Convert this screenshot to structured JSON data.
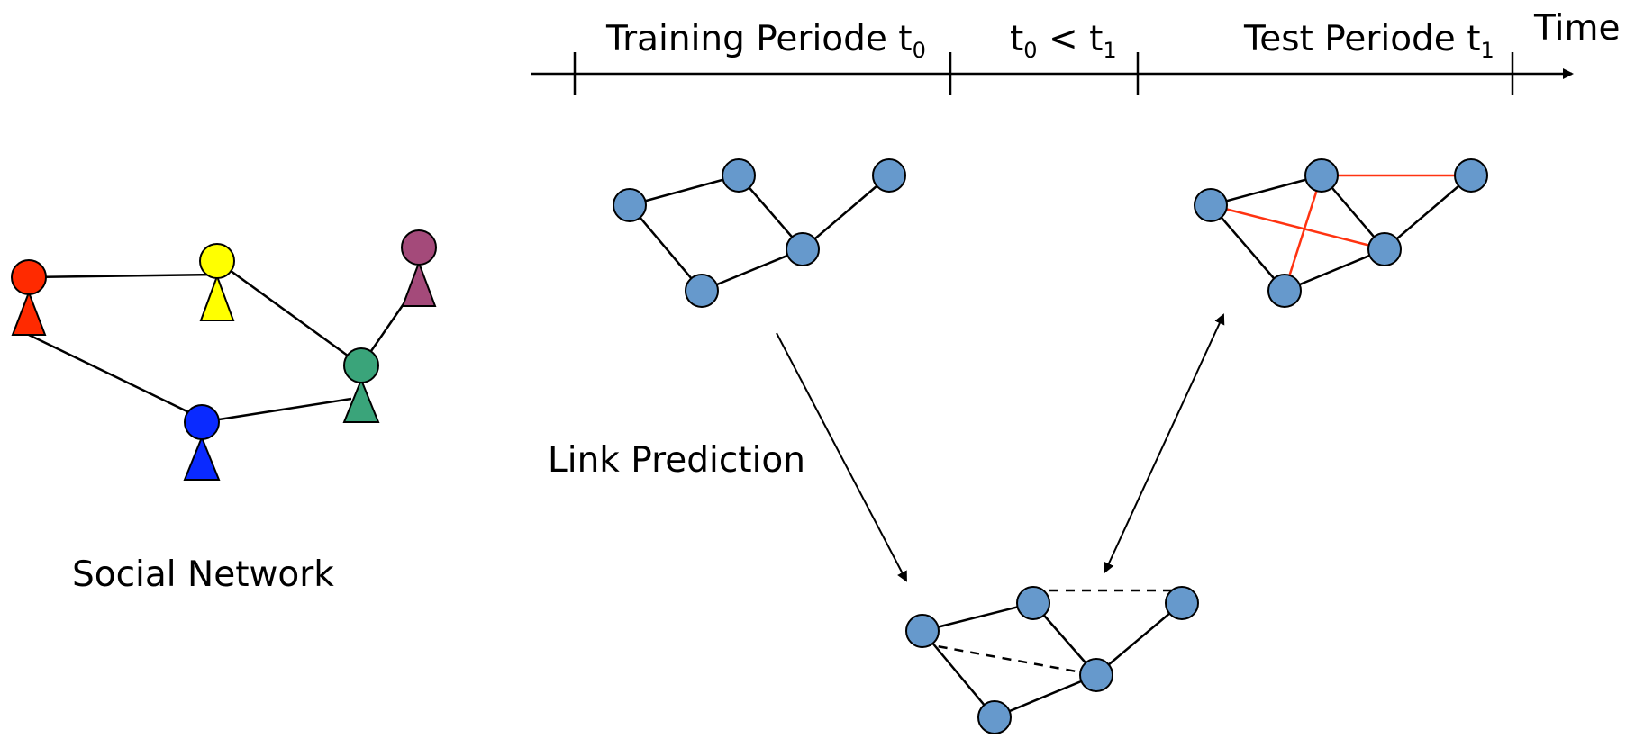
{
  "timeline": {
    "training_label": "Training Periode",
    "gap_label_left": "t",
    "gap_label_op": "<",
    "gap_label_right": "t",
    "test_label": "Test Periode",
    "time_label": "Time",
    "sub0": "0",
    "sub1": "1"
  },
  "social_network": {
    "label": "Social Network",
    "colors": {
      "red": "#ff2a00",
      "yellow": "#ffff00",
      "purple": "#a44a7a",
      "green": "#3aa47a",
      "blue": "#0a2aff"
    }
  },
  "link_prediction": {
    "label": "Link Prediction"
  },
  "node_color": "#6699cc",
  "predicted_edge_color": "#ff3311"
}
